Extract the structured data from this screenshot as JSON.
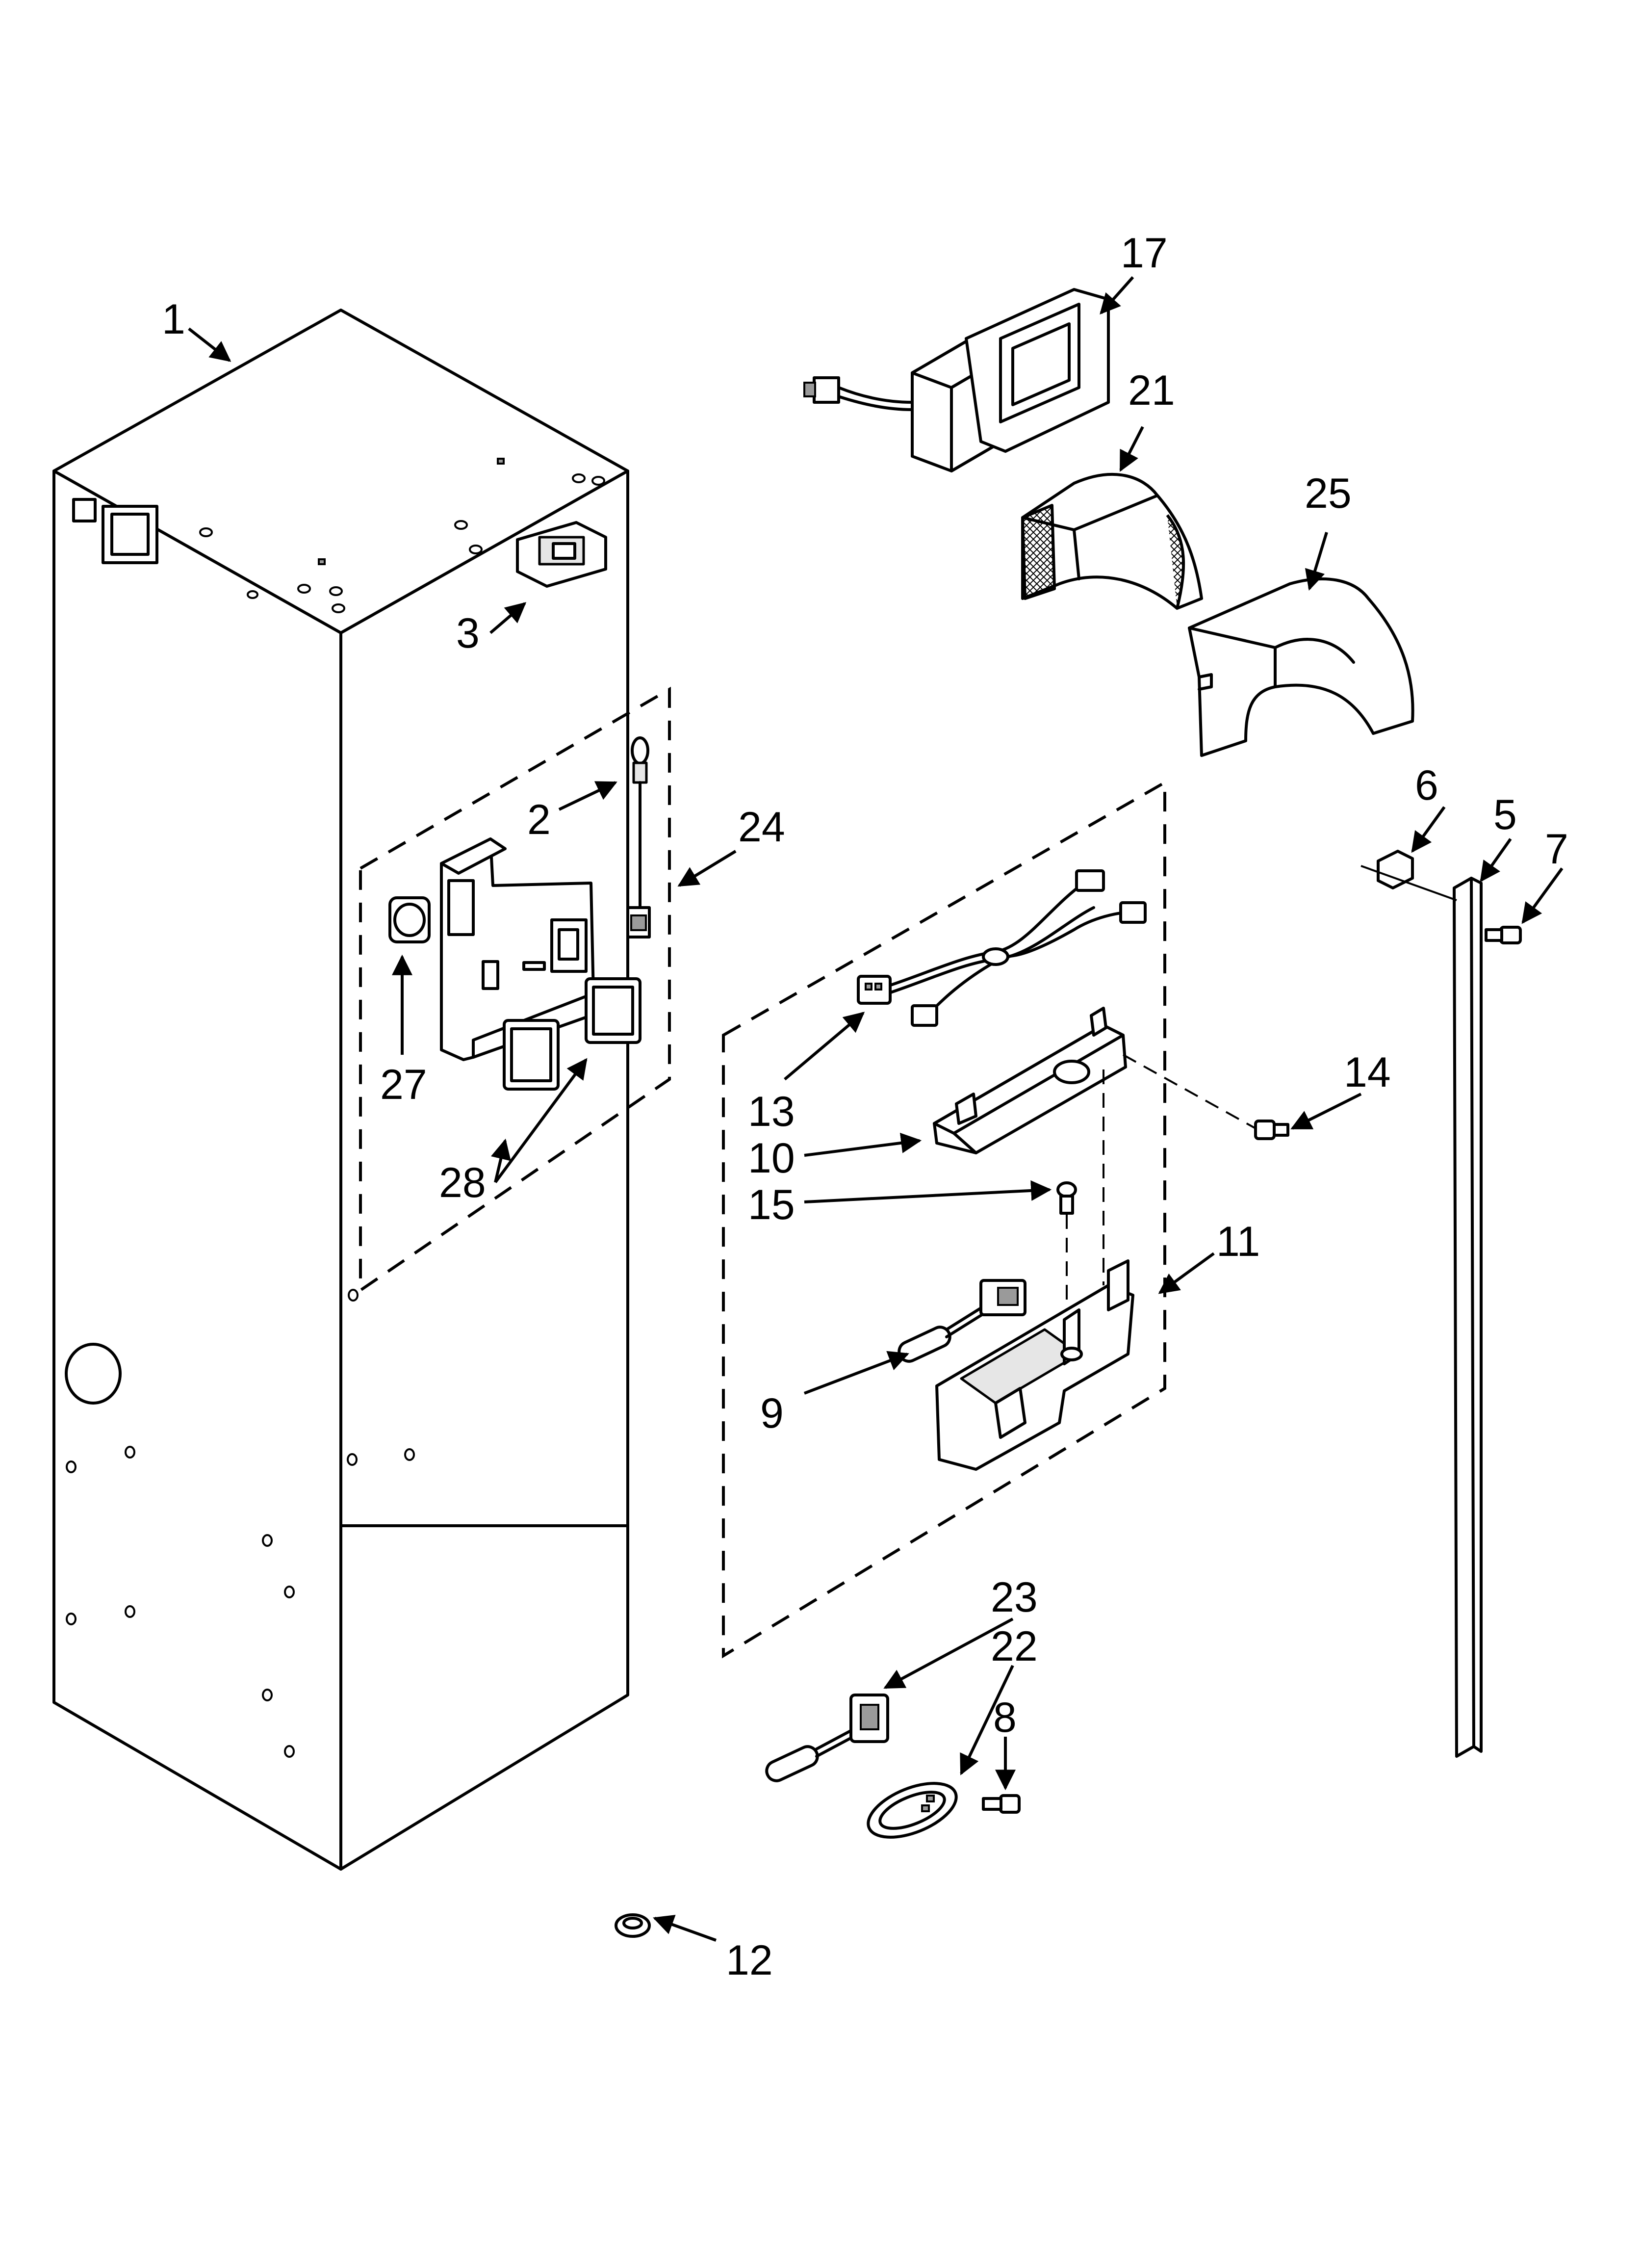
{
  "callouts": [
    {
      "id": "1",
      "text": "1"
    },
    {
      "id": "2",
      "text": "2"
    },
    {
      "id": "3",
      "text": "3"
    },
    {
      "id": "5",
      "text": "5"
    },
    {
      "id": "6",
      "text": "6"
    },
    {
      "id": "7",
      "text": "7"
    },
    {
      "id": "8",
      "text": "8"
    },
    {
      "id": "9",
      "text": "9"
    },
    {
      "id": "10",
      "text": "10"
    },
    {
      "id": "11",
      "text": "11"
    },
    {
      "id": "12",
      "text": "12"
    },
    {
      "id": "13",
      "text": "13"
    },
    {
      "id": "14",
      "text": "14"
    },
    {
      "id": "15",
      "text": "15"
    },
    {
      "id": "17",
      "text": "17"
    },
    {
      "id": "21",
      "text": "21"
    },
    {
      "id": "22",
      "text": "22"
    },
    {
      "id": "23",
      "text": "23"
    },
    {
      "id": "24",
      "text": "24"
    },
    {
      "id": "25",
      "text": "25"
    },
    {
      "id": "27",
      "text": "27"
    },
    {
      "id": "28",
      "text": "28"
    }
  ]
}
